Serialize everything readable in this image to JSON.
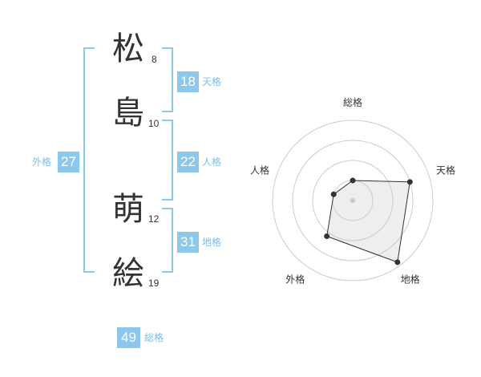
{
  "name": [
    {
      "char": "松",
      "strokes": "8"
    },
    {
      "char": "島",
      "strokes": "10"
    },
    {
      "char": "萌",
      "strokes": "12"
    },
    {
      "char": "絵",
      "strokes": "19"
    }
  ],
  "fortunes": {
    "tenkaku": {
      "value": "18",
      "label": "天格"
    },
    "jinkaku": {
      "value": "22",
      "label": "人格"
    },
    "chikaku": {
      "value": "31",
      "label": "地格"
    },
    "gaikaku": {
      "value": "27",
      "label": "外格"
    },
    "soukaku": {
      "value": "49",
      "label": "総格"
    }
  },
  "colors": {
    "accent": "#8cc8ec",
    "label_text": "#79bfe8",
    "text": "#333333"
  },
  "chart_data": {
    "type": "radar",
    "axes": [
      "総格",
      "天格",
      "地格",
      "外格",
      "人格"
    ],
    "values": [
      0.25,
      0.75,
      0.95,
      0.55,
      0.25
    ],
    "scale": [
      0,
      1
    ],
    "rings": 4
  }
}
